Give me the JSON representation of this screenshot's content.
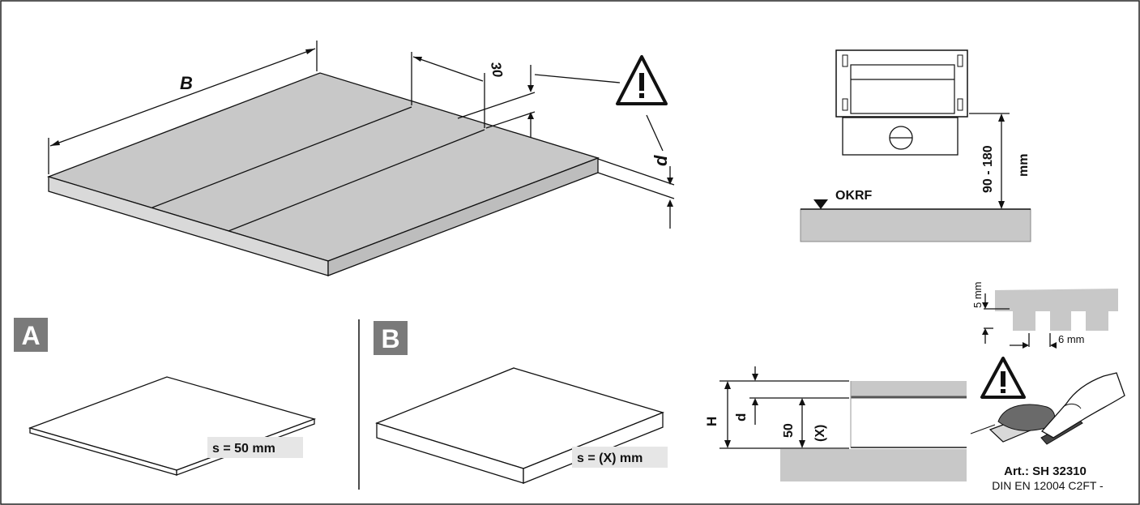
{
  "labels": {
    "width_B": "B",
    "dim_30": "30",
    "dim_d": "d",
    "okrf": "OKRF",
    "height_range": "90 - 180",
    "height_unit": "mm",
    "tooth_5": "5 mm",
    "tooth_6": "6 mm",
    "dim_H": "H",
    "dim_d2": "d",
    "dim_50": "50",
    "dim_X": "(X)",
    "art_number": "Art.: SH 32310",
    "din_norm": "DIN EN 12004 C2FT -"
  },
  "panels": [
    {
      "letter": "A",
      "thickness": "s = 50 mm"
    },
    {
      "letter": "B",
      "thickness": "s = (X) mm"
    }
  ],
  "icons": [
    "warning-triangle-icon",
    "arrow-down-icon",
    "grout-trowel-icon"
  ],
  "colors": {
    "surface_gray": "#c8c8c8",
    "badge_gray": "#7a7a7a",
    "label_bg": "#e6e6e6",
    "line": "#111111"
  }
}
